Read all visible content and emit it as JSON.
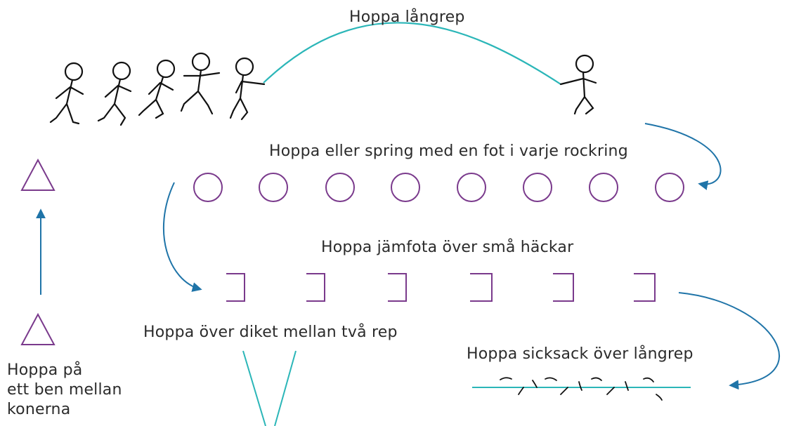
{
  "labels": {
    "jump_long_rope": "Hoppa långrep",
    "hoops": "Hoppa eller spring med en fot i varje rockring",
    "hurdles": "Hoppa jämfota över små häckar",
    "ditch": "Hoppa över diket mellan två rep",
    "zigzag": "Hoppa sicksack över långrep",
    "cones_line1": "Hoppa på",
    "cones_line2": "ett ben mellan",
    "cones_line3": "konerna"
  },
  "colors": {
    "rope": "#2bb6b8",
    "arrow": "#1f74a8",
    "equipment": "#7a3a8c",
    "figure": "#111111",
    "text": "#2b2b2b"
  },
  "counts": {
    "hoops": 8,
    "hurdles": 6,
    "stick_figures_waiting": 5
  }
}
